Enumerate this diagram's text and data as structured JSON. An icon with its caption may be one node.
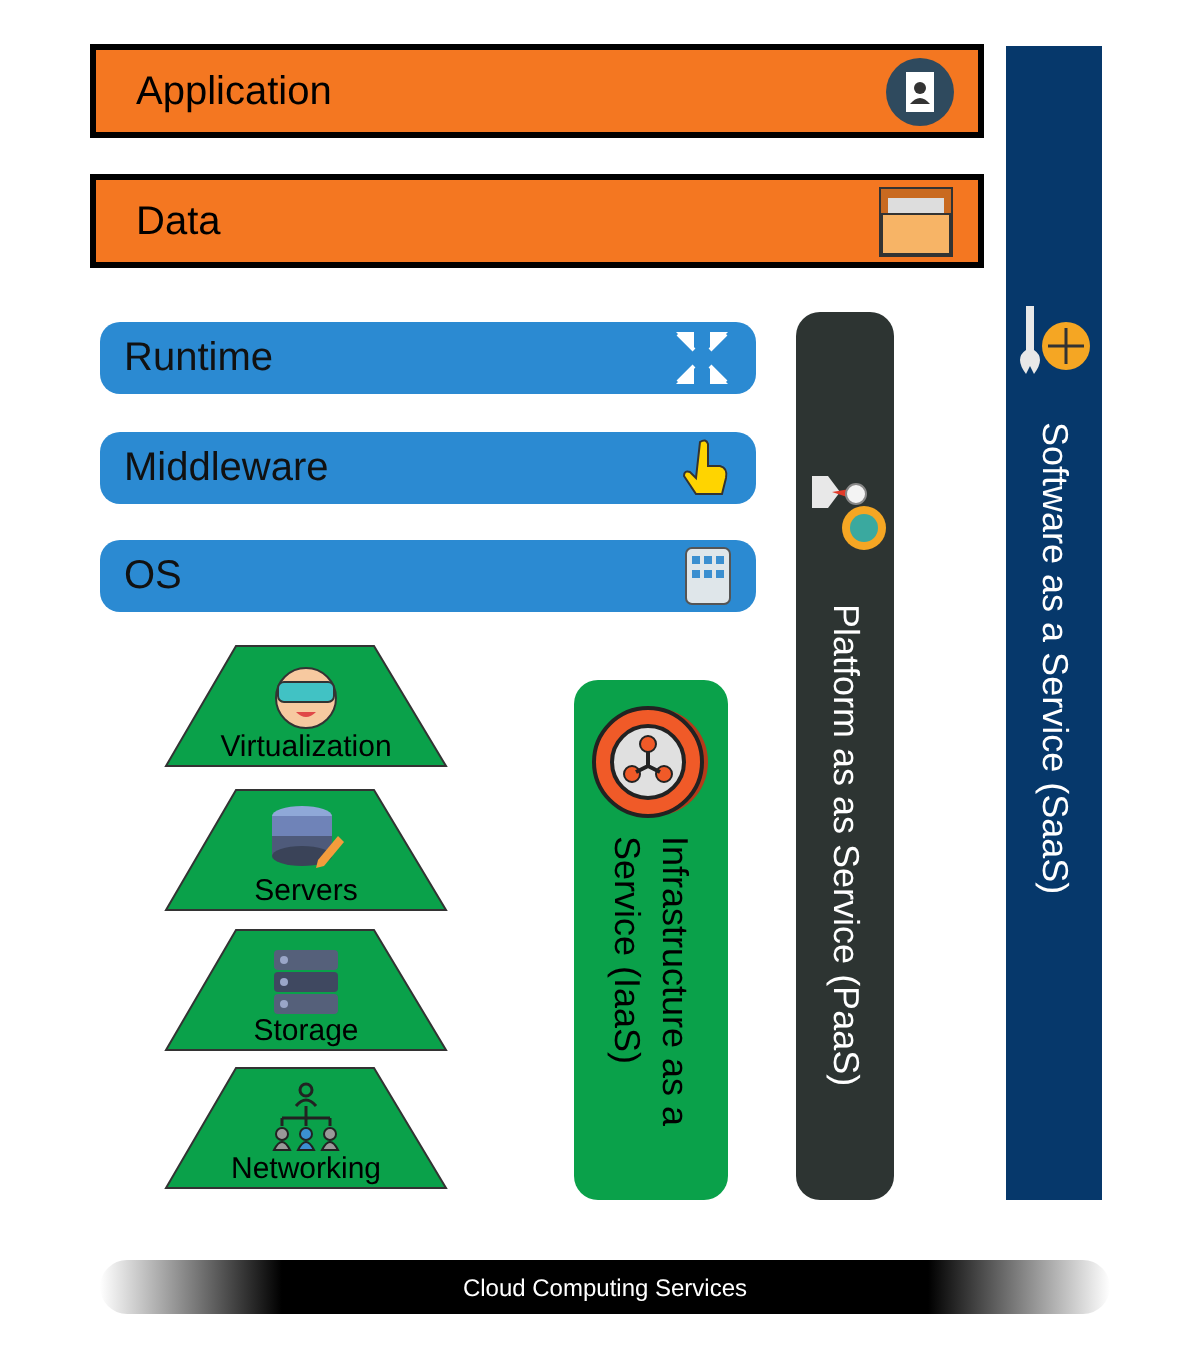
{
  "diagram": {
    "nodes": [
      {
        "text": [
          "Application"
        ]
      },
      {
        "text": [
          "Data"
        ]
      },
      {
        "text": [
          "Runtime"
        ]
      },
      {
        "text": [
          "Middleware"
        ]
      },
      {
        "text": [
          "OS"
        ]
      },
      {
        "text": [
          "Virtualization"
        ]
      },
      {
        "text": [
          "Servers"
        ]
      },
      {
        "text": [
          "Storage"
        ]
      },
      {
        "text": [
          "Networking"
        ]
      },
      {
        "text": [
          "Infrastructure as a Service (IaaS)"
        ]
      },
      {
        "text": [
          "Platform as as Service (PaaS)"
        ]
      },
      {
        "text": [
          "Software as a Service (SaaS)"
        ]
      },
      {
        "text": [
          "Cloud Computing Services"
        ]
      }
    ]
  }
}
